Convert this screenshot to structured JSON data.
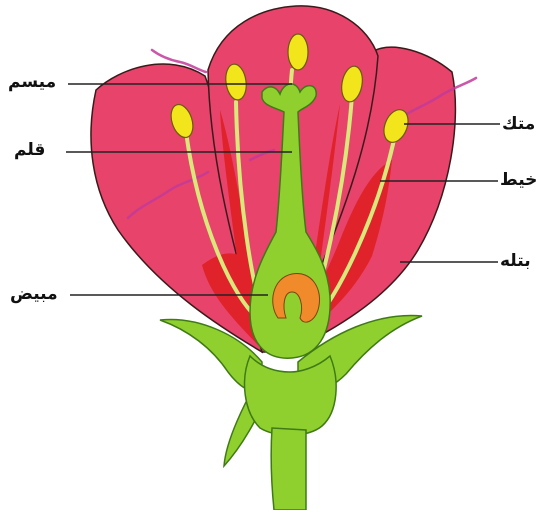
{
  "labels": {
    "stigma": "ميسم",
    "style": "قلم",
    "ovary": "مبيض",
    "anther": "متك",
    "filament": "خيط",
    "petal": "بتله"
  },
  "colors": {
    "petal": "#e8436a",
    "petal_outline": "#3a1a1a",
    "petal_inner": "#e0222a",
    "petal_vein": "#c23a9a",
    "stem": "#8fd02e",
    "stem_outline": "#3f7a16",
    "anther": "#f3e51c",
    "ovary_ring": "#f08a2a",
    "label_line": "#222222"
  }
}
